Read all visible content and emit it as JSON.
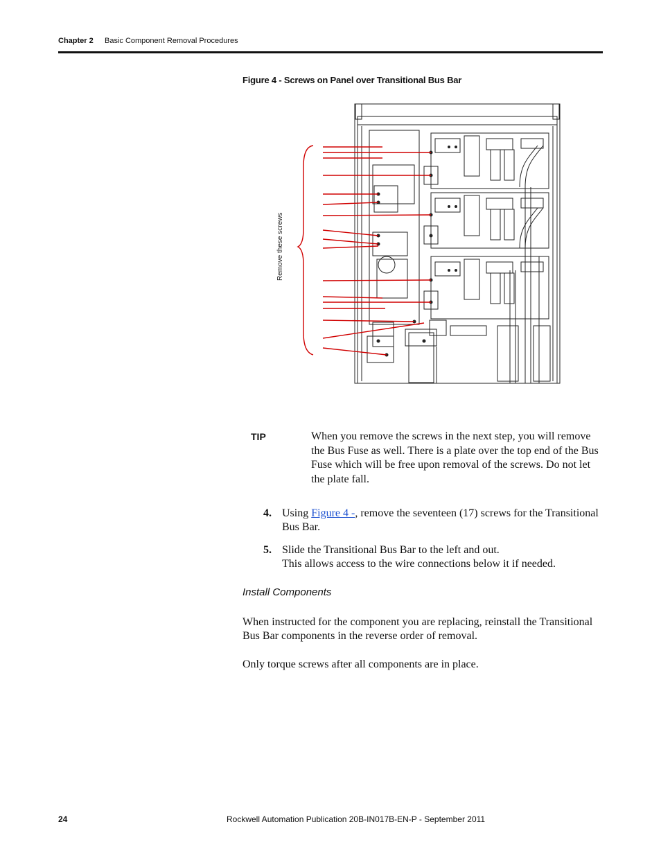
{
  "header": {
    "chapter": "Chapter 2",
    "title": "Basic Component Removal Procedures"
  },
  "figure": {
    "caption": "Figure 4 - Screws on Panel over Transitional Bus Bar",
    "callout_label": "Remove these screws"
  },
  "tip": {
    "label": "TIP",
    "text": "When you remove the screws in the next step, you will remove the Bus Fuse as well. There is a plate over the top end of the Bus Fuse which will be free upon removal of the screws. Do not let the plate fall."
  },
  "steps": [
    {
      "number": "4.",
      "prefix": "Using ",
      "link": "Figure 4 -",
      "suffix": ", remove the seventeen (17) screws for the Transitional Bus Bar."
    },
    {
      "number": "5.",
      "line1": "Slide the Transitional Bus Bar to the left and out.",
      "line2": "This allows access to the wire connections below it if needed."
    }
  ],
  "install": {
    "heading": "Install Components",
    "para1": "When instructed for the component you are replacing, reinstall the Transitional Bus Bar components in the reverse order of removal.",
    "para2": "Only torque screws after all components are in place."
  },
  "footer": {
    "page": "24",
    "publication": "Rockwell Automation Publication 20B-IN017B-EN-P - September 2011"
  },
  "colors": {
    "callout_line": "#d00000",
    "drawing_line": "#222222",
    "link": "#1a4fd0"
  }
}
